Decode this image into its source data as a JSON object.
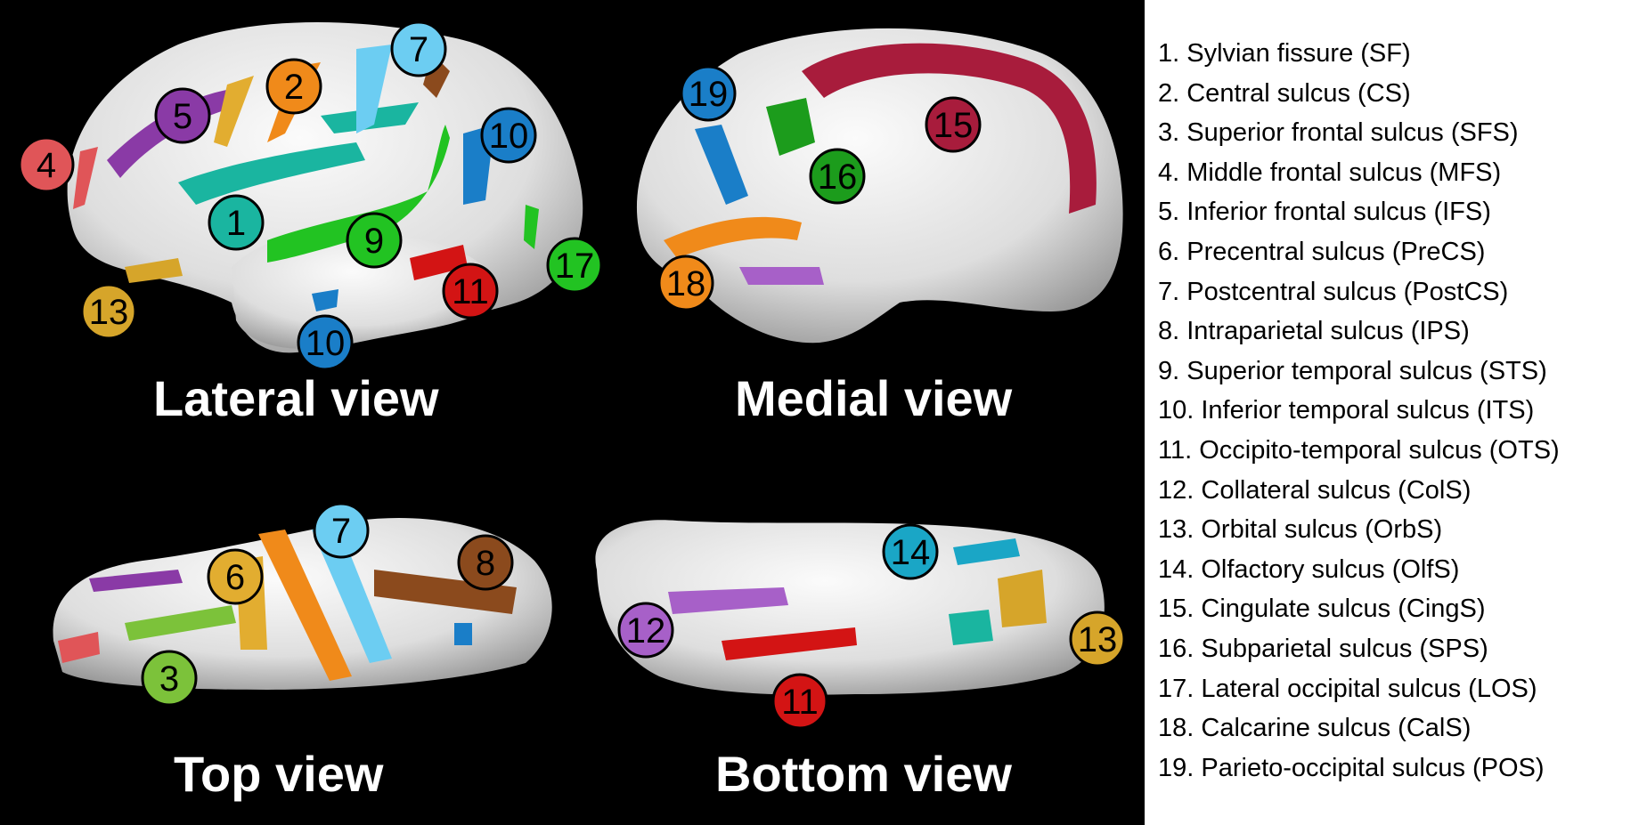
{
  "figure": {
    "view_labels": {
      "lateral": "Lateral view",
      "medial": "Medial view",
      "top": "Top view",
      "bottom": "Bottom view"
    },
    "sulcus_colors": {
      "1": "#1ab5a0",
      "2": "#f08a1a",
      "3": "#7cc23a",
      "4": "#e05558",
      "5": "#8a3aa6",
      "6": "#e2ad30",
      "7": "#6ccdf2",
      "8": "#8b4a1d",
      "9": "#22c322",
      "10": "#1a7ec8",
      "11": "#d31414",
      "12": "#a760c8",
      "13": "#d6a52a",
      "14": "#1aa6c6",
      "15": "#a81c3c",
      "16": "#1c9c1c",
      "17": "#22c322",
      "18": "#f08a1a",
      "19": "#1a7ec8"
    },
    "badges": {
      "lateral": [
        "1",
        "2",
        "4",
        "5",
        "7",
        "9",
        "10",
        "10",
        "11",
        "13",
        "17"
      ],
      "medial": [
        "15",
        "16",
        "18",
        "19"
      ],
      "top": [
        "3",
        "6",
        "7",
        "8"
      ],
      "bottom": [
        "11",
        "12",
        "13",
        "14"
      ]
    }
  },
  "legend": [
    "1. Sylvian fissure (SF)",
    "2. Central sulcus (CS)",
    "3. Superior frontal sulcus (SFS)",
    "4. Middle frontal sulcus (MFS)",
    "5. Inferior frontal sulcus (IFS)",
    "6. Precentral sulcus (PreCS)",
    "7. Postcentral sulcus (PostCS)",
    "8. Intraparietal sulcus (IPS)",
    "9. Superior temporal sulcus (STS)",
    "10. Inferior temporal sulcus (ITS)",
    "11. Occipito-temporal sulcus (OTS)",
    "12. Collateral sulcus (ColS)",
    "13. Orbital sulcus (OrbS)",
    "14. Olfactory sulcus (OlfS)",
    "15. Cingulate sulcus (CingS)",
    "16. Subparietal sulcus (SPS)",
    "17. Lateral occipital sulcus (LOS)",
    "18. Calcarine sulcus (CalS)",
    "19. Parieto-occipital sulcus (POS)"
  ]
}
